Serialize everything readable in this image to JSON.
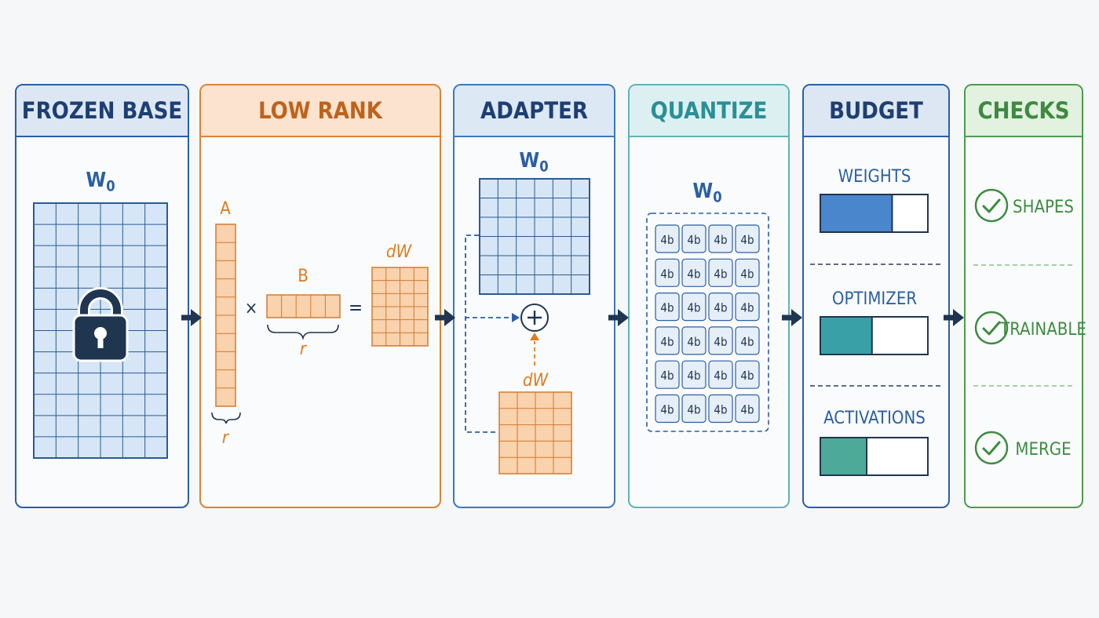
{
  "panels": {
    "frozen": {
      "title": "FROZEN BASE",
      "matrix_label": "W",
      "matrix_sub": "0"
    },
    "low_rank": {
      "title": "LOW RANK",
      "a_label": "A",
      "b_label": "B",
      "dw_label": "dW",
      "times": "×",
      "equals": "=",
      "r_a": "r",
      "r_b": "r"
    },
    "adapter": {
      "title": "ADAPTER",
      "w_label": "W",
      "w_sub": "0",
      "plus": "+",
      "dw_label": "dW"
    },
    "quantize": {
      "title": "QUANTIZE",
      "w_label": "W",
      "w_sub": "0",
      "cell_label": "4b"
    },
    "budget": {
      "title": "BUDGET",
      "items": [
        {
          "label": "WEIGHTS",
          "fill": 0.67,
          "color": "#4a86cc"
        },
        {
          "label": "OPTIMIZER",
          "fill": 0.48,
          "color": "#3aa0a8"
        },
        {
          "label": "ACTIVATIONS",
          "fill": 0.43,
          "color": "#4daa98"
        }
      ]
    },
    "checks": {
      "title": "CHECKS",
      "items": [
        "SHAPES",
        "TRAINABLE",
        "MERGE"
      ]
    }
  },
  "colors": {
    "blue_cell": "#d6e6f6",
    "blue_line": "#2a5a93",
    "orange_cell": "#f9d2ae",
    "orange_line": "#d57a2c",
    "navy": "#1f3550",
    "green": "#3d8c3f",
    "orange_text": "#e07b20",
    "blue_text": "#2a5fa5"
  },
  "icons": [
    "lock-icon",
    "arrow-right-icon",
    "plus-circle-icon",
    "check-circle-icon"
  ]
}
